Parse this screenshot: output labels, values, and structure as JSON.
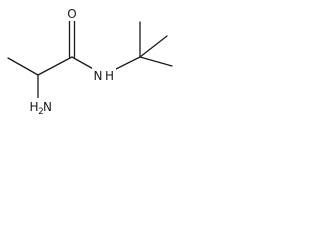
{
  "structure": {
    "atoms": {
      "carbonyl_oxygen": "O",
      "amide_nitrogen": "N",
      "amide_hydrogen": "H",
      "amine_group": "H",
      "amine_subscript": "2",
      "amine_nitrogen": "N"
    }
  }
}
